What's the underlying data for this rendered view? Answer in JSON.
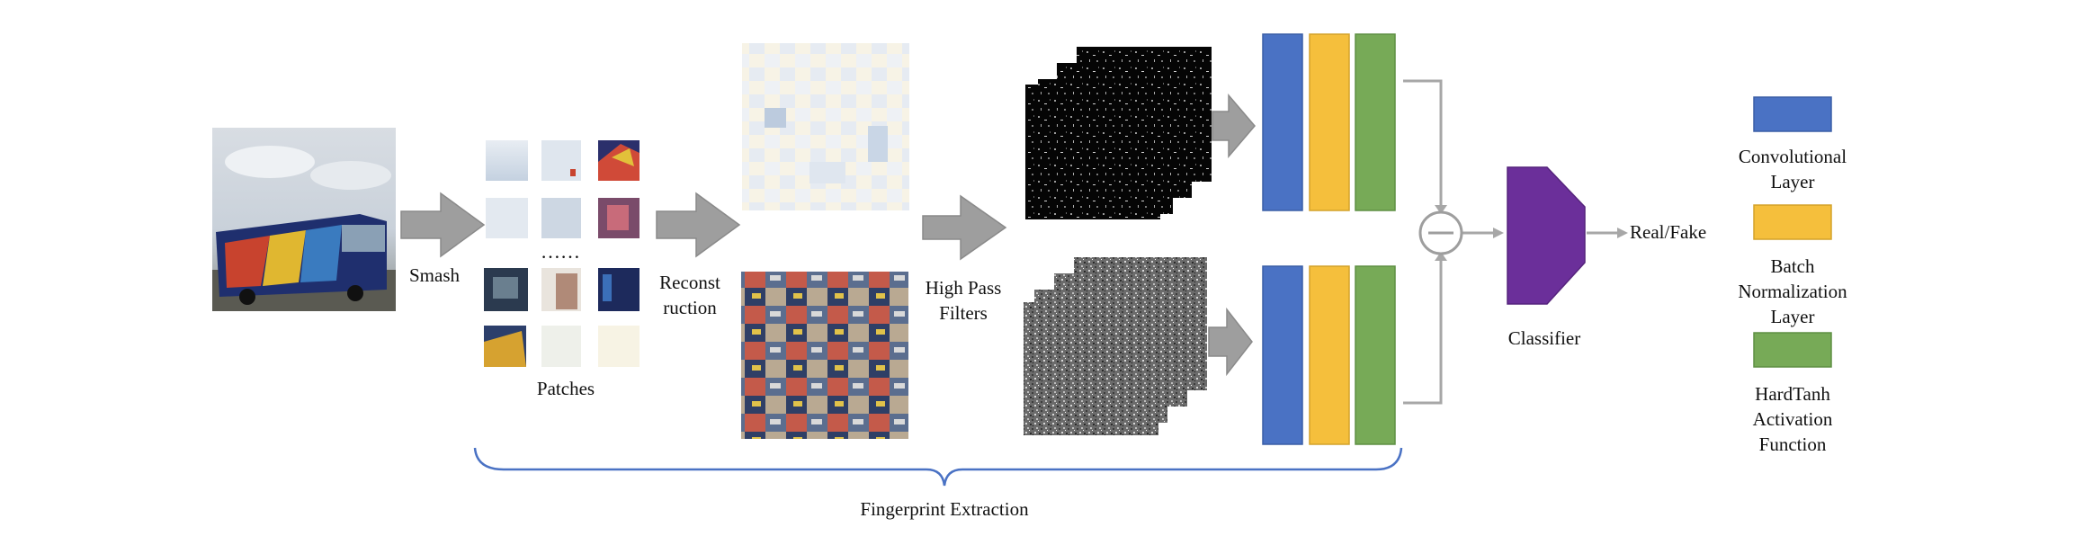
{
  "labels": {
    "smash": "Smash",
    "patches": "Patches",
    "ellipsis": "……",
    "reconstruction": "Reconst\nruction",
    "high_pass_filters": "High Pass\nFilters",
    "classifier": "Classifier",
    "real_fake": "Real/Fake",
    "fingerprint_extraction": "Fingerprint Extraction"
  },
  "legend": {
    "items": [
      {
        "label": "Convolutional\nLayer",
        "color": "#4a72c4"
      },
      {
        "label": "Batch\nNormalization\nLayer",
        "color": "#f5bf3c"
      },
      {
        "label": "HardTanh\nActivation\nFunction",
        "color": "#77aa57"
      }
    ]
  },
  "colors": {
    "arrow_fill": "#9e9e9e",
    "arrow_stroke": "#8a8a8a",
    "connector": "#a7a7a7",
    "classifier": "#6b2f9a",
    "brace": "#4a72c4",
    "conv": "#4a72c4",
    "bn": "#f5bf3c",
    "act": "#77aa57"
  }
}
